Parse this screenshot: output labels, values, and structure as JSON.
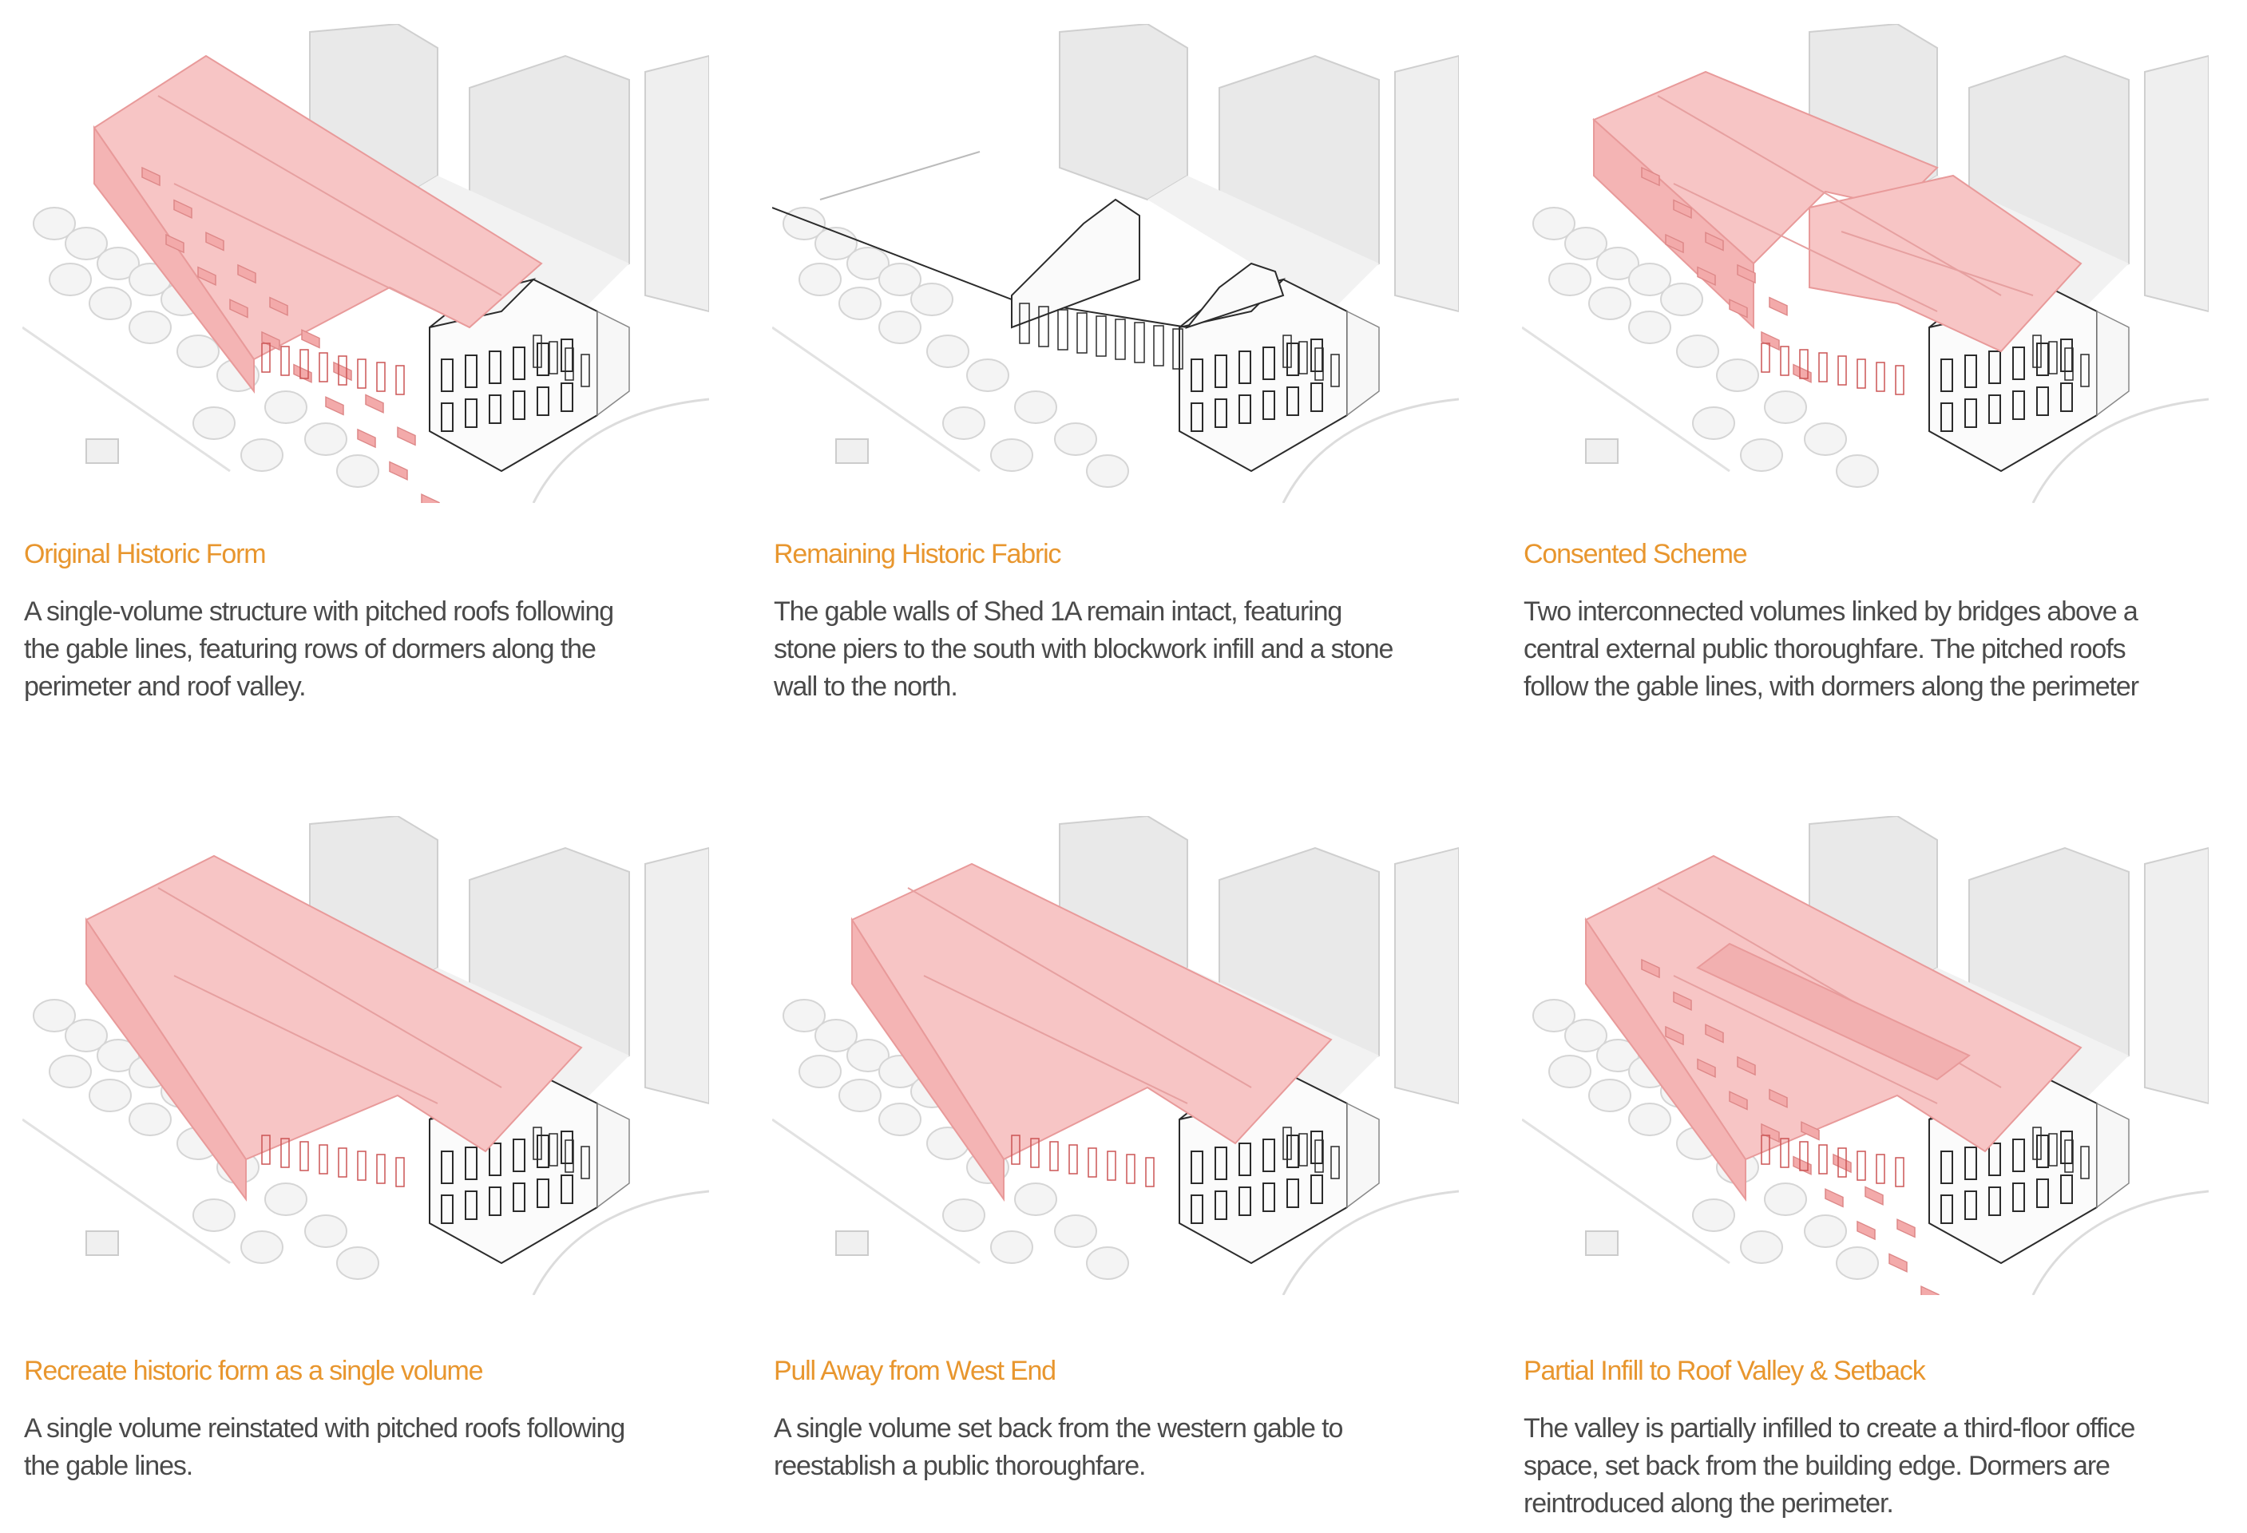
{
  "colors": {
    "accent_title": "#E8962E",
    "highlight_fill": "#F7C5C5",
    "highlight_stroke": "#E89A9A",
    "context_fill": "#E9E9E9",
    "line": "#2b2b2b",
    "text": "#4a4a4a"
  },
  "panels": [
    {
      "title": "Original Historic Form",
      "desc_lines": [
        "A single-volume structure with pitched roofs following",
        "the gable lines, featuring rows of dormers along the",
        "perimeter and roof valley."
      ],
      "variant": "original"
    },
    {
      "title": "Remaining Historic Fabric",
      "desc_lines": [
        "The gable walls of Shed 1A remain intact, featuring",
        "stone piers to the south with blockwork infill and a stone",
        "wall to the north."
      ],
      "variant": "remaining"
    },
    {
      "title": "Consented Scheme",
      "desc_lines": [
        "Two interconnected volumes linked by bridges above a",
        "central external public thoroughfare. The pitched roofs",
        "follow the gable lines, with dormers along the perimeter"
      ],
      "variant": "consented"
    },
    {
      "title": "Recreate historic form as a single volume",
      "desc_lines": [
        "A single volume reinstated with pitched roofs following",
        "the gable lines."
      ],
      "variant": "single"
    },
    {
      "title": "Pull Away from West End",
      "desc_lines": [
        "A single volume set back from the western gable to",
        "reestablish a public thoroughfare."
      ],
      "variant": "pullaway"
    },
    {
      "title": "Partial Infill to Roof Valley & Setback",
      "desc_lines": [
        "The valley is partially infilled to create a third-floor office",
        "space, set back from the building edge. Dormers are",
        "reintroduced along the perimeter."
      ],
      "variant": "infill"
    }
  ]
}
